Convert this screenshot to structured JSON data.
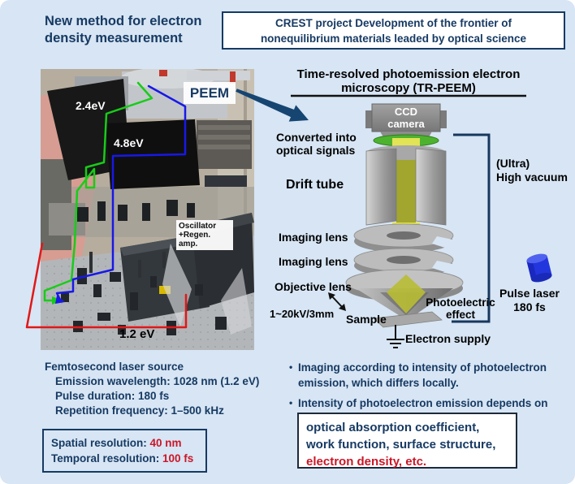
{
  "page": {
    "title": "New method for electron\ndensity measurement",
    "crest_banner": "CREST project Development of the frontier of\nnonequilibrium materials leaded by optical science"
  },
  "photo": {
    "peem_label": "PEEM",
    "green_beam_energy": "2.4eV",
    "blue_beam_energy": "4.8eV",
    "red_beam_energy": "1.2 eV",
    "oscillator_label": "Oscillator\n+Regen. amp."
  },
  "diagram": {
    "title": "Time-resolved photoemission electron\nmicroscopy (TR-PEEM)",
    "ccd_camera": "CCD\ncamera",
    "converted": "Converted into\noptical signals",
    "drift_tube": "Drift tube",
    "imaging_lens_1": "Imaging lens",
    "imaging_lens_2": "Imaging lens",
    "objective_lens": "Objective lens",
    "voltage_gap": "1~20kV/3mm",
    "sample": "Sample",
    "photoelectric_effect": "Photoelectric\neffect",
    "electron_supply": "Electron supply",
    "vacuum": "(Ultra)\nHigh vacuum",
    "pulse_laser": "Pulse laser\n180 fs"
  },
  "laser_specs": {
    "heading": "Femtosecond laser source",
    "items": [
      "Emission wavelength: 1028 nm (1.2 eV)",
      "Pulse duration: 180 fs",
      "Repetition frequency: 1–500 kHz"
    ]
  },
  "resolution": {
    "spatial_label": "Spatial resolution: ",
    "spatial_value": "40 nm",
    "temporal_label": "Temporal resolution: ",
    "temporal_value": "100 fs"
  },
  "notes": {
    "bullet1": "Imaging according to intensity of photoelectron\nemission, which differs locally.",
    "bullet2": "Intensity of photoelectron emission depends on"
  },
  "depends_box": {
    "line1": "optical absorption coefficient,",
    "line2": "work function, surface structure,",
    "line3": "electron density, etc."
  },
  "colors": {
    "background": "#d7e5f4",
    "navy": "#173a63",
    "red": "#cb1627",
    "beam_green": "#18cc18",
    "beam_blue": "#1818e6",
    "beam_red": "#e01818"
  }
}
